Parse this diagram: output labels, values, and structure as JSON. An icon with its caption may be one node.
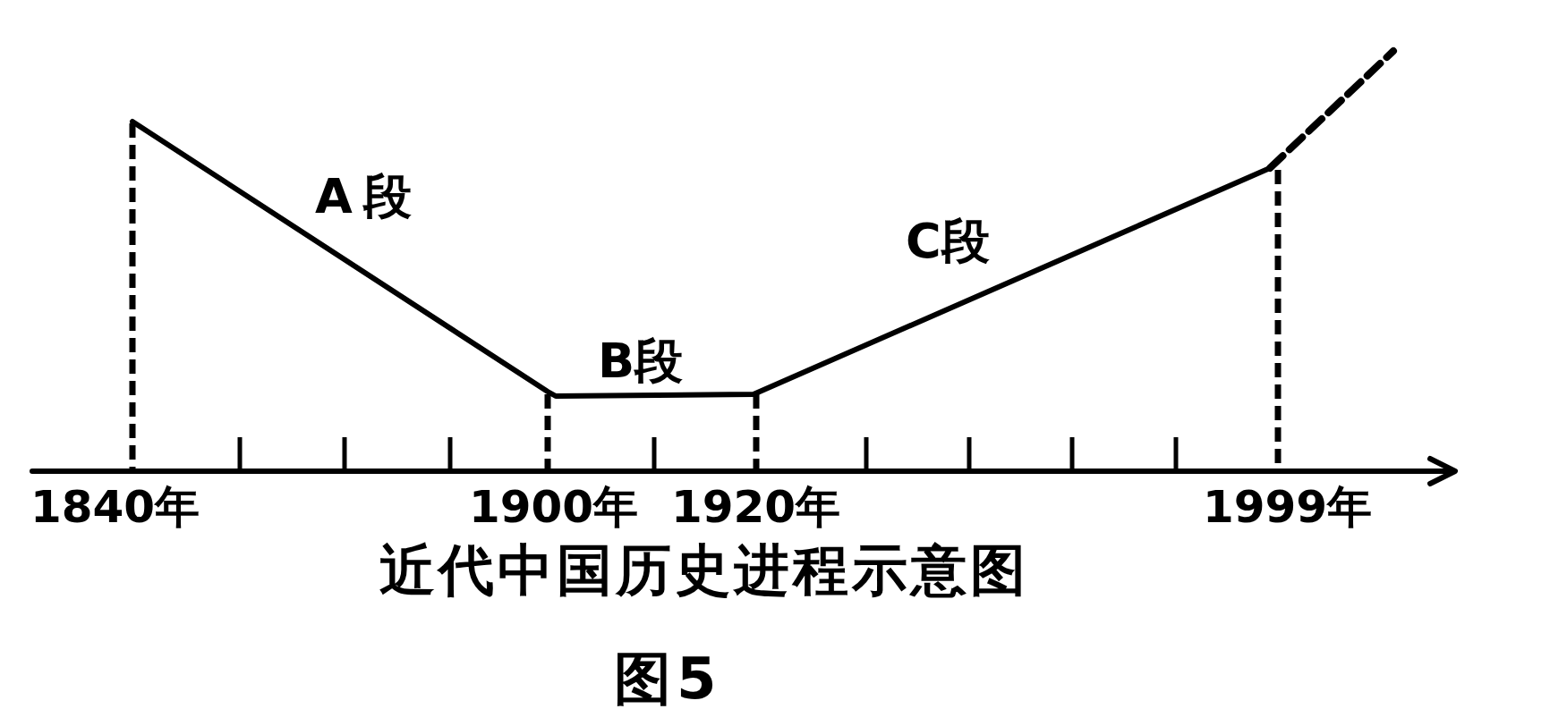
{
  "diagram": {
    "title": "近代中国历史进程示意图",
    "caption": "图5",
    "labels": [
      "A段",
      "B段",
      "C段",
      "1840年",
      "1900年",
      "1920年",
      "1999年"
    ]
  }
}
